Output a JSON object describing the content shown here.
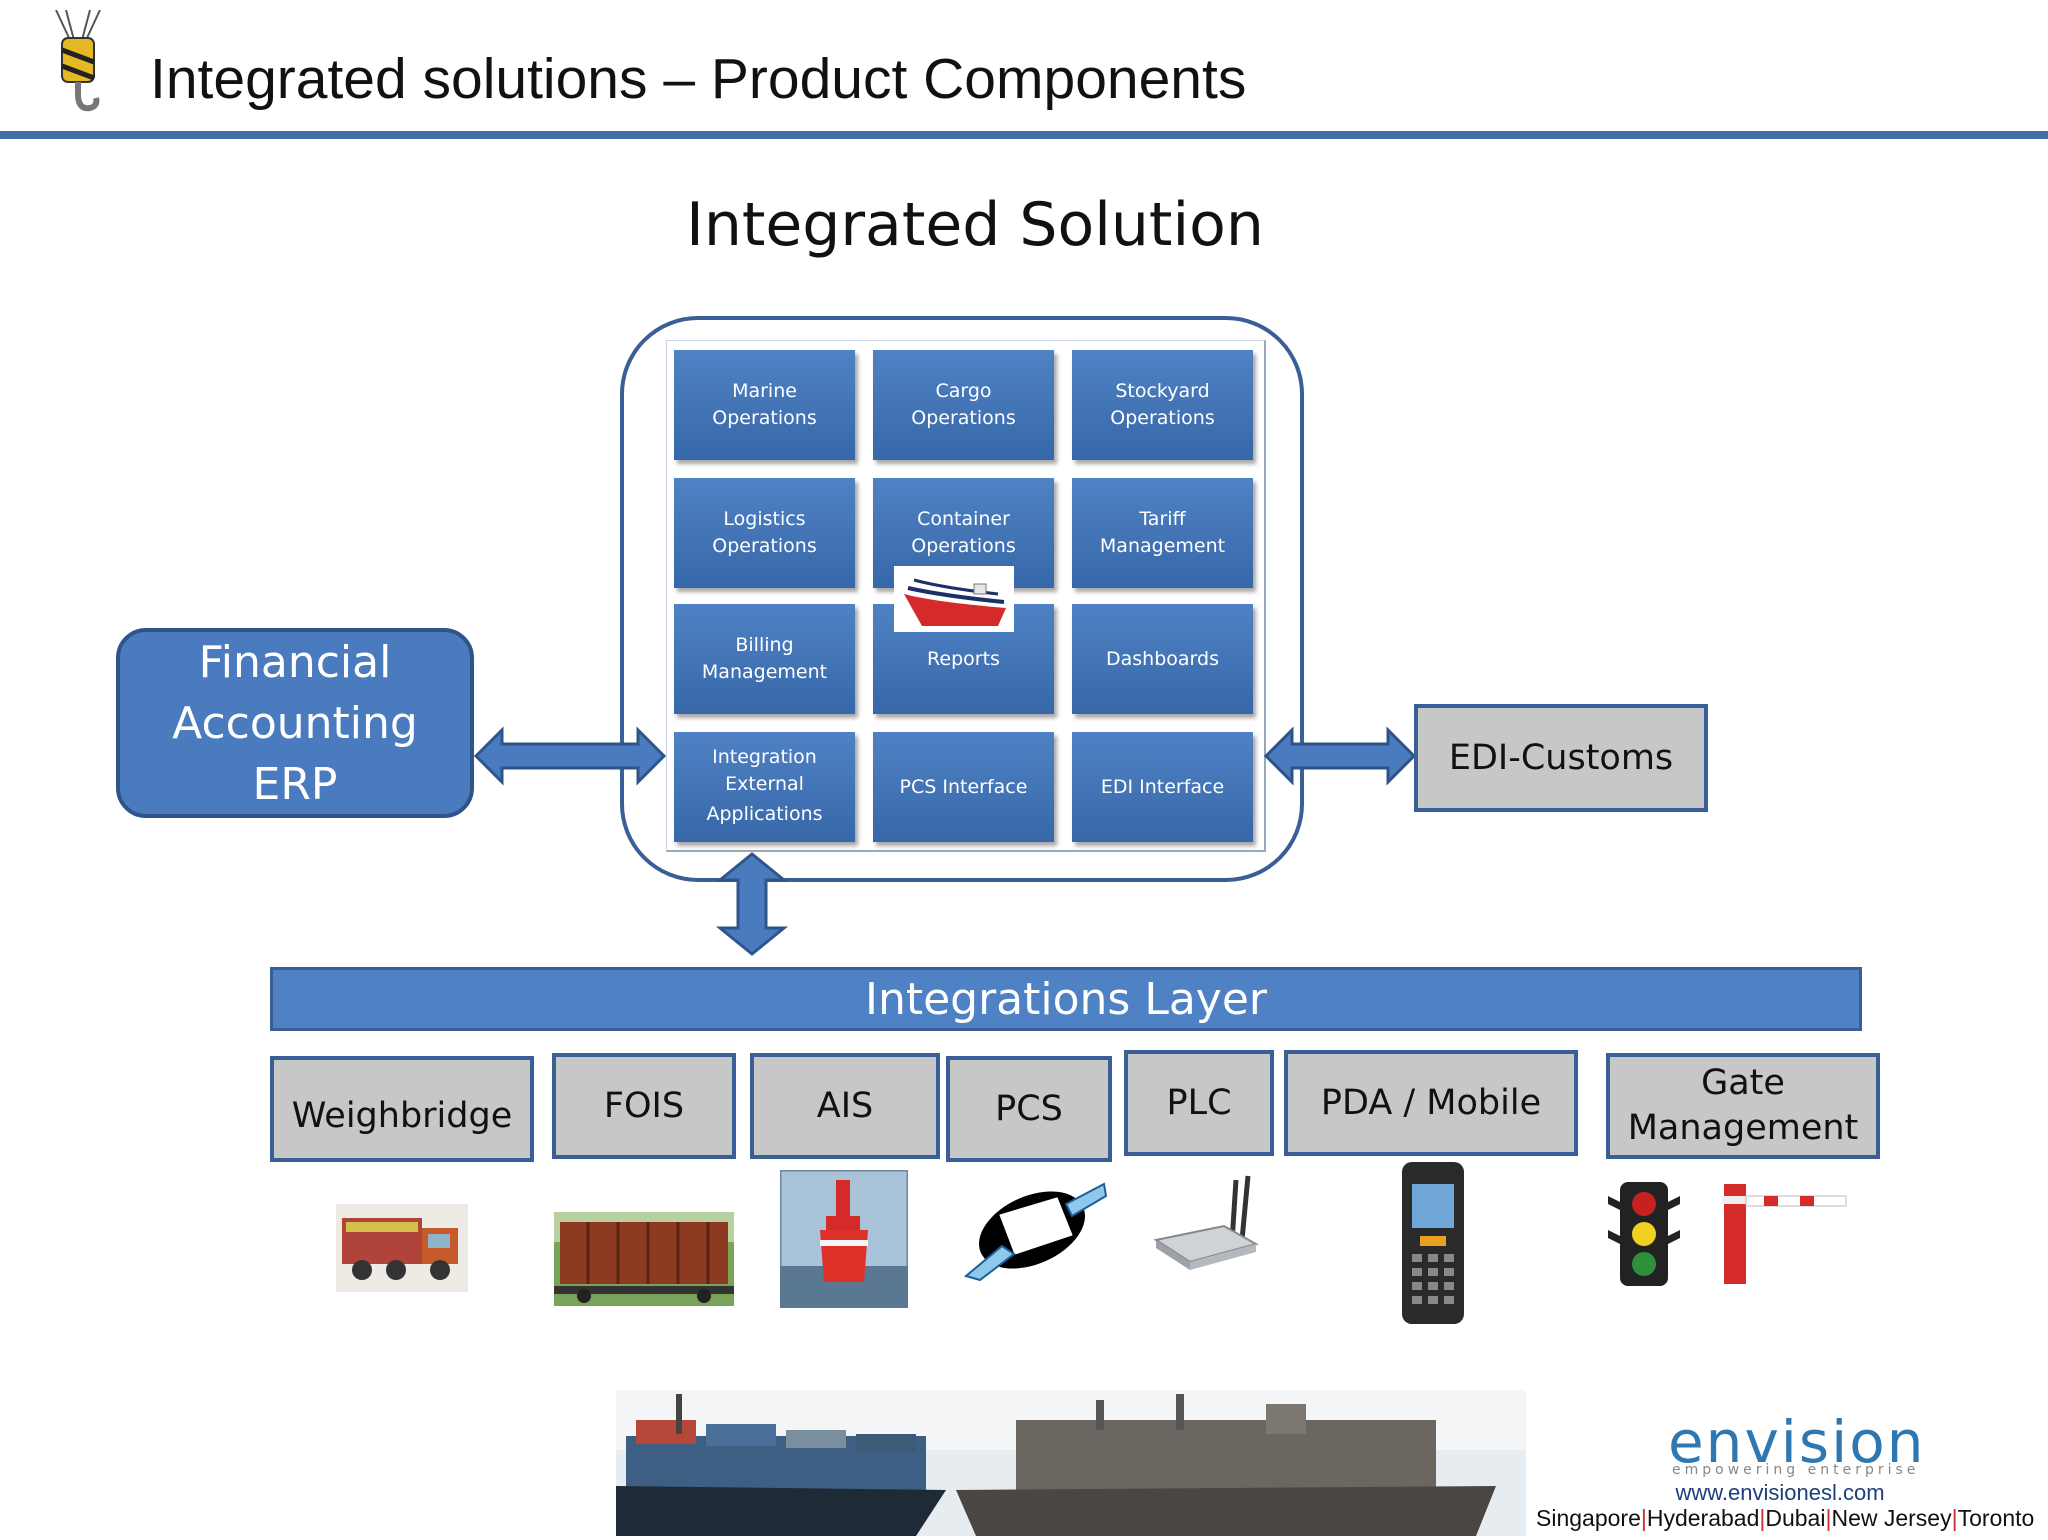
{
  "slide_title": "Integrated  solutions – Product Components",
  "diagram_title": "Integrated  Solution",
  "tiles": [
    {
      "line1": "Marine",
      "line2": "Operations",
      "line3": ""
    },
    {
      "line1": "Cargo",
      "line2": "Operations",
      "line3": ""
    },
    {
      "line1": "Stockyard",
      "line2": "Operations",
      "line3": ""
    },
    {
      "line1": "Logistics",
      "line2": "Operations",
      "line3": ""
    },
    {
      "line1": "Container",
      "line2": "Operations",
      "line3": ""
    },
    {
      "line1": "Tariff",
      "line2": "Management",
      "line3": ""
    },
    {
      "line1": "Billing",
      "line2": "Management",
      "line3": ""
    },
    {
      "line1": "Reports",
      "line2": "",
      "line3": ""
    },
    {
      "line1": "Dashboards",
      "line2": "",
      "line3": ""
    },
    {
      "line1": "Integration",
      "line2": "External",
      "line3": "Applications"
    },
    {
      "line1": "PCS Interface",
      "line2": "",
      "line3": ""
    },
    {
      "line1": "EDI Interface",
      "line2": "",
      "line3": ""
    }
  ],
  "financial": {
    "line1": "Financial",
    "line2": "Accounting",
    "line3": "ERP"
  },
  "edi_customs": "EDI-Customs",
  "integrations_layer": "Integrations Layer",
  "components": [
    {
      "label": "Weighbridge",
      "icon": "truck-icon"
    },
    {
      "label": "FOIS",
      "icon": "rail-wagon-icon"
    },
    {
      "label": "AIS",
      "icon": "buoy-icon"
    },
    {
      "label": "PCS",
      "icon": "handshake-icon"
    },
    {
      "label": "PLC",
      "icon": "router-icon"
    },
    {
      "label": "PDA / Mobile",
      "icon": "handheld-device-icon"
    },
    {
      "label": "Gate Management",
      "line1": "Gate",
      "line2": "Management",
      "icon": "traffic-light-barrier-icon"
    }
  ],
  "logo": {
    "name": "envision",
    "tagline": "empowering enterprise",
    "website": "www.envisionesl.com"
  },
  "cities": [
    "Singapore",
    "Hyderabad",
    "Dubai",
    "New Jersey",
    "Toronto"
  ],
  "colors": {
    "tile_blue": "#4a7bbf",
    "border_blue": "#3a5e96",
    "gray_box": "#c7c7c7",
    "city_separator": "#d03030",
    "logo_blue": "#2f77b0"
  }
}
